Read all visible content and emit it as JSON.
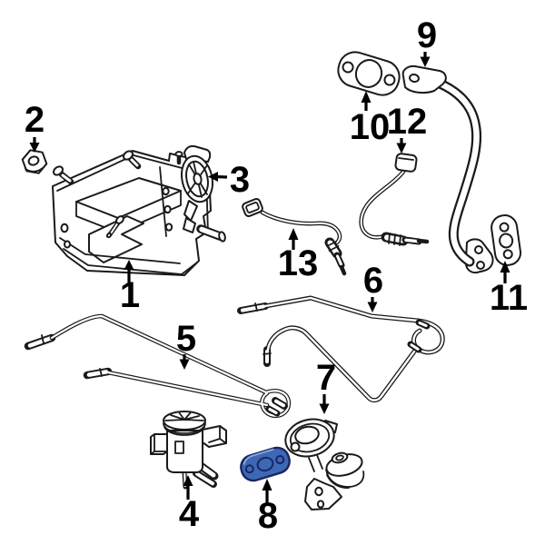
{
  "diagram": {
    "background": "#ffffff",
    "line_color": "#1a1a1a",
    "label_color": "#000000",
    "highlight_fill": "#3e68b6",
    "highlight_stroke": "#18275f",
    "highlighted_callout": "8"
  },
  "callouts": [
    {
      "label": "1",
      "part": "bracket-canister-assembly"
    },
    {
      "label": "2",
      "part": "hex-nut"
    },
    {
      "label": "3",
      "part": "round-valve"
    },
    {
      "label": "4",
      "part": "vacuum-solenoid-valve"
    },
    {
      "label": "5",
      "part": "formed-vacuum-tube"
    },
    {
      "label": "6",
      "part": "formed-vacuum-tube"
    },
    {
      "label": "7",
      "part": "egr-valve"
    },
    {
      "label": "8",
      "part": "gasket",
      "highlighted": true
    },
    {
      "label": "9",
      "part": "egr-tube"
    },
    {
      "label": "10",
      "part": "oval-flange-gasket"
    },
    {
      "label": "11",
      "part": "oval-flange-gasket"
    },
    {
      "label": "12",
      "part": "oxygen-sensor"
    },
    {
      "label": "13",
      "part": "oxygen-sensor"
    }
  ]
}
